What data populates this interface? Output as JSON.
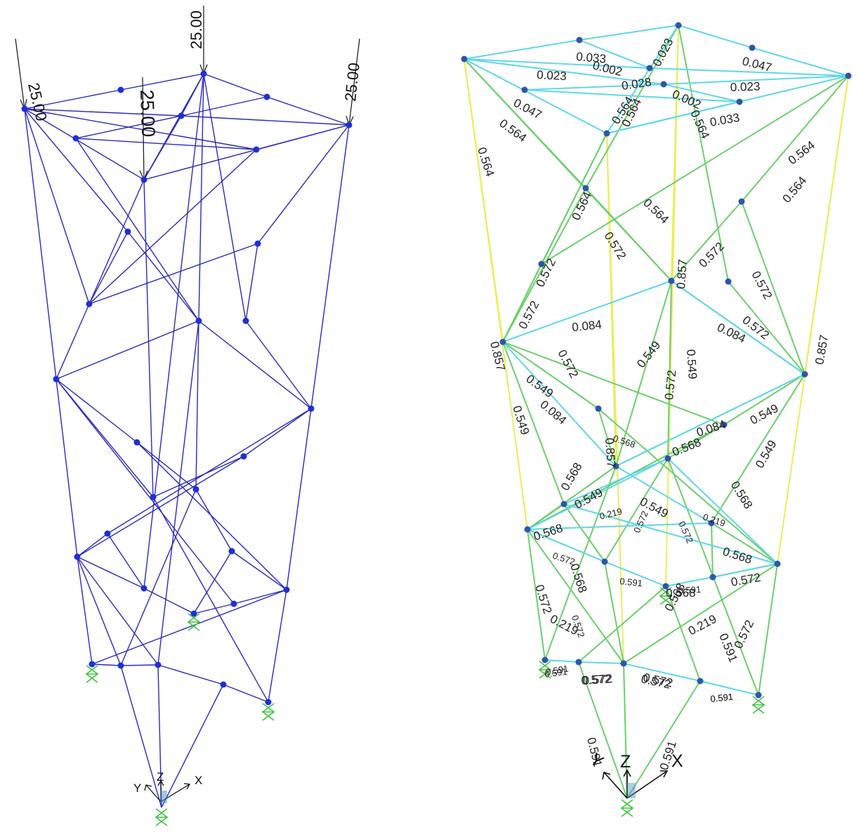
{
  "left_view": {
    "loads": [
      "25.00",
      "25.00",
      "25.00",
      "25.00"
    ]
  },
  "right_view": {
    "ratios": [
      "0.033",
      "0.002",
      "0.028",
      "0.023",
      "0.047",
      "0.023",
      "0.047",
      "0.023",
      "0.002",
      "0.033",
      "0.564",
      "0.564",
      "0.564",
      "0.564",
      "0.564",
      "0.564",
      "0.564",
      "0.564",
      "0.564",
      "0.572",
      "0.572",
      "0.572",
      "0.572",
      "0.572",
      "0.572",
      "0.572",
      "0.572",
      "0.084",
      "0.084",
      "0.084",
      "0.084",
      "0.857",
      "0.857",
      "0.857",
      "0.857",
      "0.549",
      "0.549",
      "0.549",
      "0.549",
      "0.549",
      "0.549",
      "0.549",
      "0.549",
      "0.568",
      "0.568",
      "0.568",
      "0.568",
      "0.568",
      "0.568",
      "0.568",
      "0.568",
      "0.568",
      "0.219",
      "0.219",
      "0.219",
      "0.219",
      "0.572",
      "0.572",
      "0.572",
      "0.572",
      "0.572",
      "0.572",
      "0.572",
      "0.572",
      "0.572",
      "0.591",
      "0.591",
      "0.591",
      "0.591",
      "0.591",
      "0.591",
      "0.591",
      "0.591",
      "0.572",
      "0.572",
      "0.591"
    ]
  },
  "axes": {
    "x": "X",
    "y": "Y",
    "z": "Z"
  },
  "colors": {
    "left_members": "#2a2ab8",
    "left_nodes": "#1f2fd6",
    "ratio_cyan": "#5fd7e8",
    "ratio_green": "#6ccf6c",
    "ratio_yellow": "#ecec5c",
    "right_nodes": "#2e56a8",
    "support": "#3fc43f"
  }
}
